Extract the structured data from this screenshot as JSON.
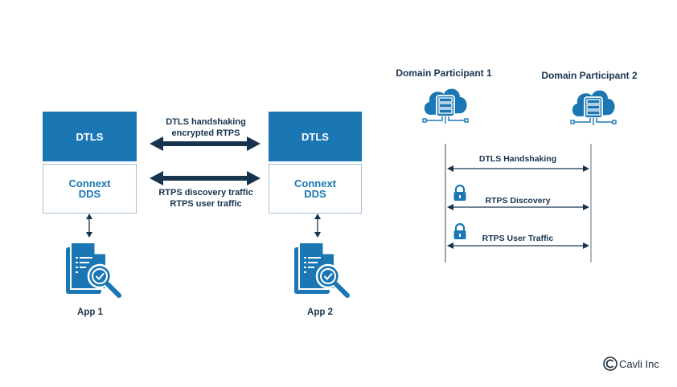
{
  "left_diagram": {
    "node1": {
      "top_label": "DTLS",
      "bottom_label_line1": "Connext",
      "bottom_label_line2": "DDS",
      "app_label": "App 1"
    },
    "node2": {
      "top_label": "DTLS",
      "bottom_label_line1": "Connext",
      "bottom_label_line2": "DDS",
      "app_label": "App 2"
    },
    "top_arrow_label_line1": "DTLS handshaking",
    "top_arrow_label_line2": "encrypted RTPS",
    "bottom_arrow_label_line1": "RTPS discovery traffic",
    "bottom_arrow_label_line2": "RTPS user traffic"
  },
  "right_diagram": {
    "participant1": "Domain Participant 1",
    "participant2": "Domain Participant 2",
    "messages": [
      {
        "label": "DTLS Handshaking",
        "locked": false
      },
      {
        "label": "RTPS Discovery",
        "locked": true
      },
      {
        "label": "RTPS User Traffic",
        "locked": true
      }
    ]
  },
  "brand": {
    "logo_icon": "copyright-c-icon",
    "name": "Cavli Inc"
  },
  "colors": {
    "primary_blue": "#1a77b3",
    "dark_navy": "#17344f",
    "border": "#a9bfd6"
  }
}
